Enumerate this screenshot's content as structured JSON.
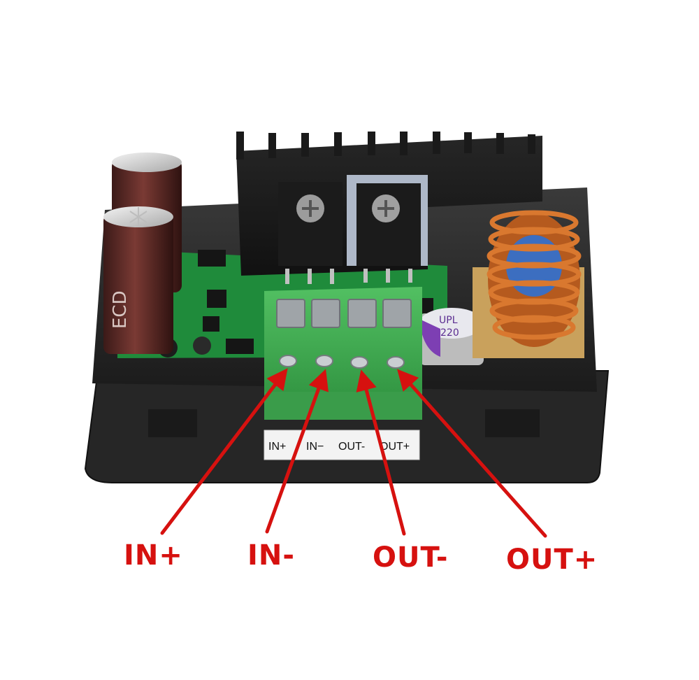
{
  "labels": {
    "in_plus": "IN+",
    "in_minus": "IN-",
    "out_minus": "OUT-",
    "out_plus": "OUT+"
  },
  "sticker": {
    "in_plus": "IN+",
    "in_minus": "IN−",
    "out_minus": "OUT-",
    "out_plus": "OUT+"
  },
  "capacitor": {
    "brand": "ECD",
    "small_line1": "UPL",
    "small_line2": "220"
  },
  "colors": {
    "arrow": "#d6110f",
    "terminal_block": "#3daa4e",
    "pcb": "#1e8a3a",
    "case": "#2a2a2a"
  },
  "icons": [
    "heatsink-icon",
    "inductor-coil-icon",
    "capacitor-icon",
    "screw-terminal-icon",
    "arrow-icon"
  ]
}
